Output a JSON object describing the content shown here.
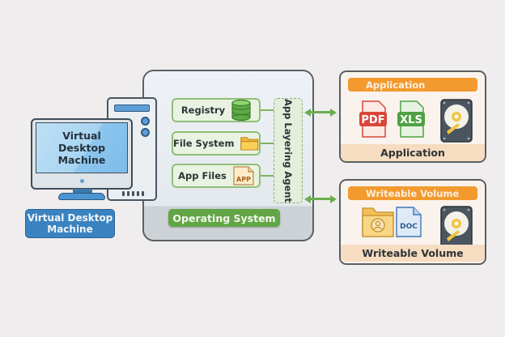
{
  "vdm": {
    "screen_lines": [
      "Virtual",
      "Desktop",
      "Machine"
    ],
    "badge_lines": [
      "Virtual Desktop",
      "Machine"
    ]
  },
  "os": {
    "layers": [
      {
        "label": "Registry",
        "icon": "database-icon"
      },
      {
        "label": "File System",
        "icon": "folder-icon"
      },
      {
        "label": "App Files",
        "icon": "app-file-icon",
        "icon_text": "APP"
      }
    ],
    "agent_label": "App Layering Agent",
    "label": "Operating System"
  },
  "application": {
    "header": "Application",
    "footer": "Application",
    "files": [
      "PDF",
      "XLS"
    ],
    "disk_icon": "hard-drive-icon"
  },
  "writeable": {
    "header": "Writeable Volume",
    "footer": "Writeable Volume",
    "doc_label": "DOC",
    "folder_icon": "user-folder-icon",
    "disk_icon": "hard-drive-icon"
  },
  "colors": {
    "green": "#62a546",
    "blue": "#3a83c0",
    "orange": "#f39a2e",
    "pdf_red": "#d9473a",
    "xls_green": "#4fa144"
  }
}
